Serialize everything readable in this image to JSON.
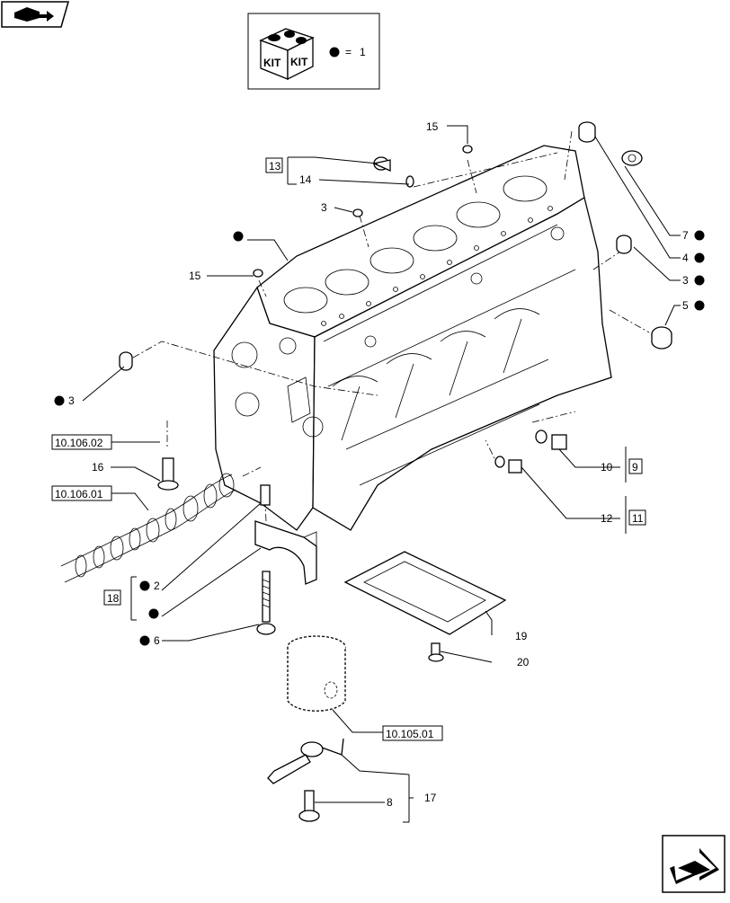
{
  "kit_legend": {
    "kit_label_left": "KIT",
    "kit_label_right": "KIT",
    "equals": "=",
    "value": "1"
  },
  "refs": {
    "r10_106_02": "10.106.02",
    "r10_106_01": "10.106.01",
    "r10_105_01": "10.105.01"
  },
  "callouts": {
    "c15_top": "15",
    "c14": "14",
    "c13": "13",
    "c3_mid": "3",
    "c15_left": "15",
    "c3_left": "3",
    "c16": "16",
    "c2": "2",
    "c18": "18",
    "c6": "6",
    "c7": "7",
    "c4": "4",
    "c3_right": "3",
    "c5": "5",
    "c10": "10",
    "c9": "9",
    "c12": "12",
    "c11": "11",
    "c19": "19",
    "c20": "20",
    "c8": "8",
    "c17": "17"
  }
}
